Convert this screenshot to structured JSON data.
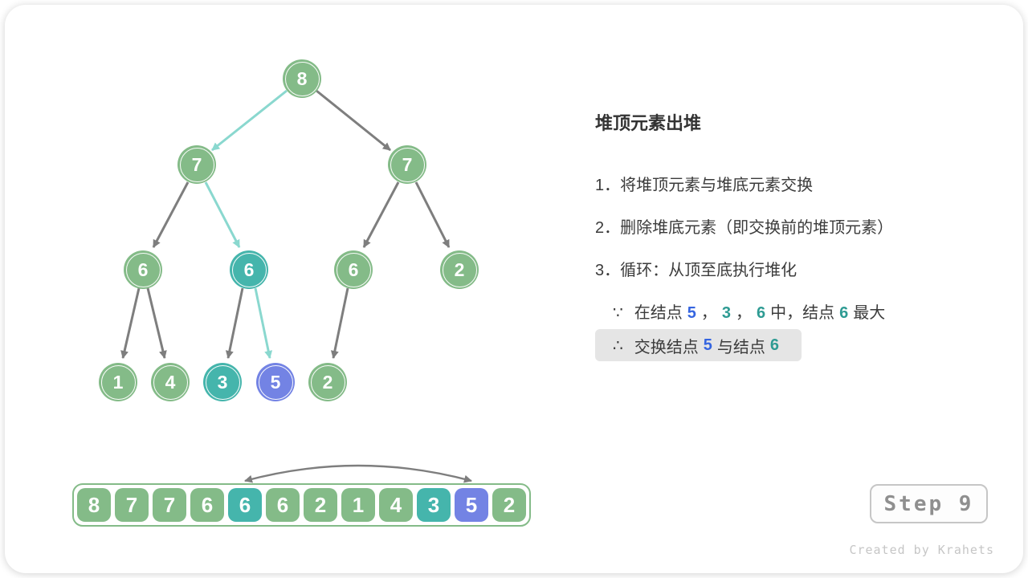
{
  "panel": {
    "title": "堆顶元素出堆",
    "steps": [
      "1．将堆顶元素与堆底元素交换",
      "2．删除堆底元素（即交换前的堆顶元素）",
      "3．循环：从顶至底执行堆化"
    ],
    "because": {
      "symbol": "∵",
      "parts": [
        "在结点",
        "5",
        "，",
        "3",
        "，",
        "6",
        "中，结点",
        "6",
        "最大"
      ]
    },
    "therefore": {
      "symbol": "∴",
      "parts": [
        "交换结点",
        "5",
        "与结点",
        "6"
      ]
    }
  },
  "tree": {
    "nodes": [
      {
        "value": "8",
        "variant": "green"
      },
      {
        "value": "7",
        "variant": "green"
      },
      {
        "value": "7",
        "variant": "green"
      },
      {
        "value": "6",
        "variant": "green"
      },
      {
        "value": "6",
        "variant": "teal"
      },
      {
        "value": "6",
        "variant": "green"
      },
      {
        "value": "2",
        "variant": "green"
      },
      {
        "value": "1",
        "variant": "green"
      },
      {
        "value": "4",
        "variant": "green"
      },
      {
        "value": "3",
        "variant": "teal"
      },
      {
        "value": "5",
        "variant": "blue"
      },
      {
        "value": "2",
        "variant": "green"
      }
    ]
  },
  "array": {
    "cells": [
      {
        "value": "8",
        "variant": "green"
      },
      {
        "value": "7",
        "variant": "green"
      },
      {
        "value": "7",
        "variant": "green"
      },
      {
        "value": "6",
        "variant": "green"
      },
      {
        "value": "6",
        "variant": "teal"
      },
      {
        "value": "6",
        "variant": "green"
      },
      {
        "value": "2",
        "variant": "green"
      },
      {
        "value": "1",
        "variant": "green"
      },
      {
        "value": "4",
        "variant": "green"
      },
      {
        "value": "3",
        "variant": "teal"
      },
      {
        "value": "5",
        "variant": "blue"
      },
      {
        "value": "2",
        "variant": "green"
      }
    ]
  },
  "step_badge": {
    "label": "Step 9"
  },
  "watermark": "Created by Krahets",
  "colors": {
    "node_green": "#84BB88",
    "node_teal": "#45B5AC",
    "node_blue": "#7383E4",
    "edge_gray": "#7E7E7E",
    "edge_highlight": "#8AD8CF",
    "text_dark": "#3B3B3B",
    "num_blue": "#3565E0",
    "num_teal": "#2E9B93",
    "highlight_bg": "#E5E5E5"
  }
}
